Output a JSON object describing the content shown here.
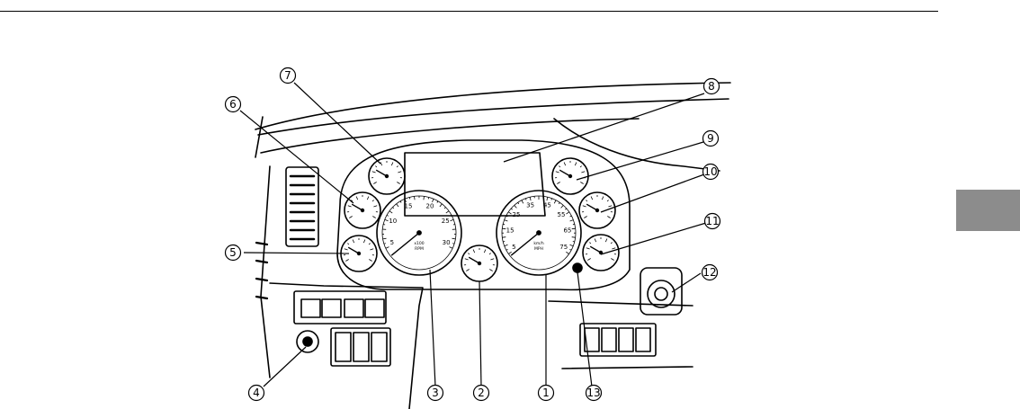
{
  "page": {
    "tab_color": "#8c8c8c"
  },
  "callouts": [
    "1",
    "2",
    "3",
    "4",
    "5",
    "6",
    "7",
    "8",
    "9",
    "10",
    "11",
    "12",
    "13"
  ],
  "tachometer": {
    "ticks": [
      "5",
      "10",
      "15",
      "20",
      "25",
      "30"
    ],
    "unit_lines": [
      "x100",
      "RPM"
    ]
  },
  "speedometer": {
    "ticks": [
      "5",
      "15",
      "25",
      "35",
      "45",
      "55",
      "65",
      "75"
    ],
    "unit_lines": [
      "km/h",
      "MPH"
    ]
  }
}
